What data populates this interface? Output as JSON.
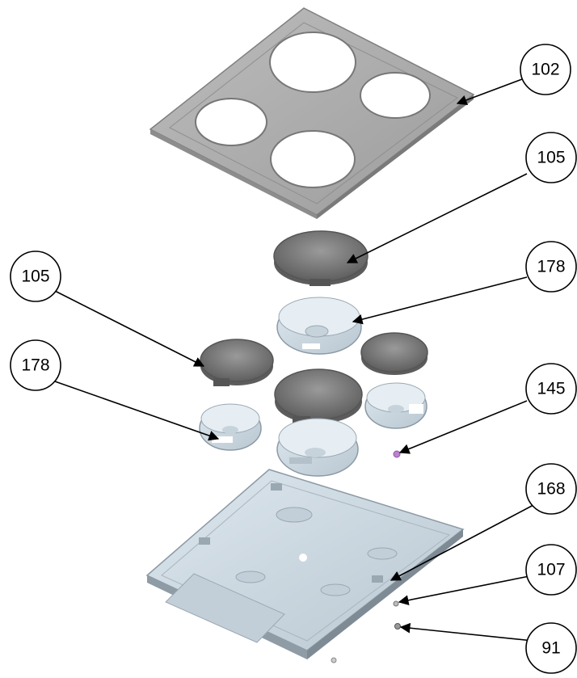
{
  "diagram": {
    "callouts": [
      {
        "id": "c102a",
        "label": "102"
      },
      {
        "id": "c105a",
        "label": "105"
      },
      {
        "id": "c178a",
        "label": "178"
      },
      {
        "id": "c105b",
        "label": "105"
      },
      {
        "id": "c178b",
        "label": "178"
      },
      {
        "id": "c145",
        "label": "145"
      },
      {
        "id": "c168",
        "label": "168"
      },
      {
        "id": "c107",
        "label": "107"
      },
      {
        "id": "c91",
        "label": "91"
      }
    ],
    "colors": {
      "cooktop_top": "#a9a9a9",
      "cooktop_edge": "#8a8a8a",
      "hotplate": "#7a7a7a",
      "tray": "#cfdbe4",
      "tray_edge": "#9aa8b2",
      "pin": "#c080d0"
    }
  }
}
